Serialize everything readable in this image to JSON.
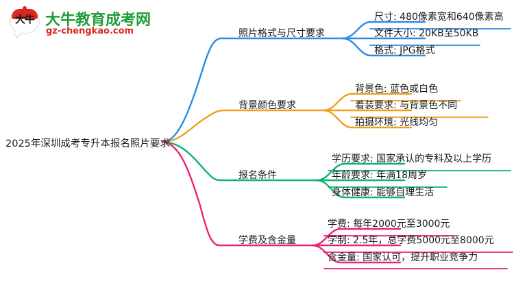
{
  "logo": {
    "mark_text": "大牛",
    "title": "大牛教育成考网",
    "domain": "gz-chengkao.com"
  },
  "mindmap": {
    "root": "2025年深圳成考专升本报名照片要求",
    "branches": [
      {
        "topic": "照片格式与尺寸要求",
        "color": "#2a8ae4",
        "children": [
          "尺寸: 480像素宽和640像素高",
          "文件大小: 20KB至50KB",
          "格式: JPG格式"
        ]
      },
      {
        "topic": "背景颜色要求",
        "color": "#eda01e",
        "children": [
          "背景色: 蓝色或白色",
          "着装要求: 与背景色不同",
          "拍摄环境: 光线均匀"
        ]
      },
      {
        "topic": "报名条件",
        "color": "#0db371",
        "children": [
          "学历要求: 国家承认的专科及以上学历",
          "年龄要求: 年满18周岁",
          "身体健康: 能够自理生活"
        ]
      },
      {
        "topic": "学费及含金量",
        "color": "#ee1e7a",
        "children": [
          "学费: 每年2000元至3000元",
          "学制: 2.5年，总学费5000元至8000元",
          "含金量: 国家认可，提升职业竞争力"
        ]
      }
    ]
  }
}
